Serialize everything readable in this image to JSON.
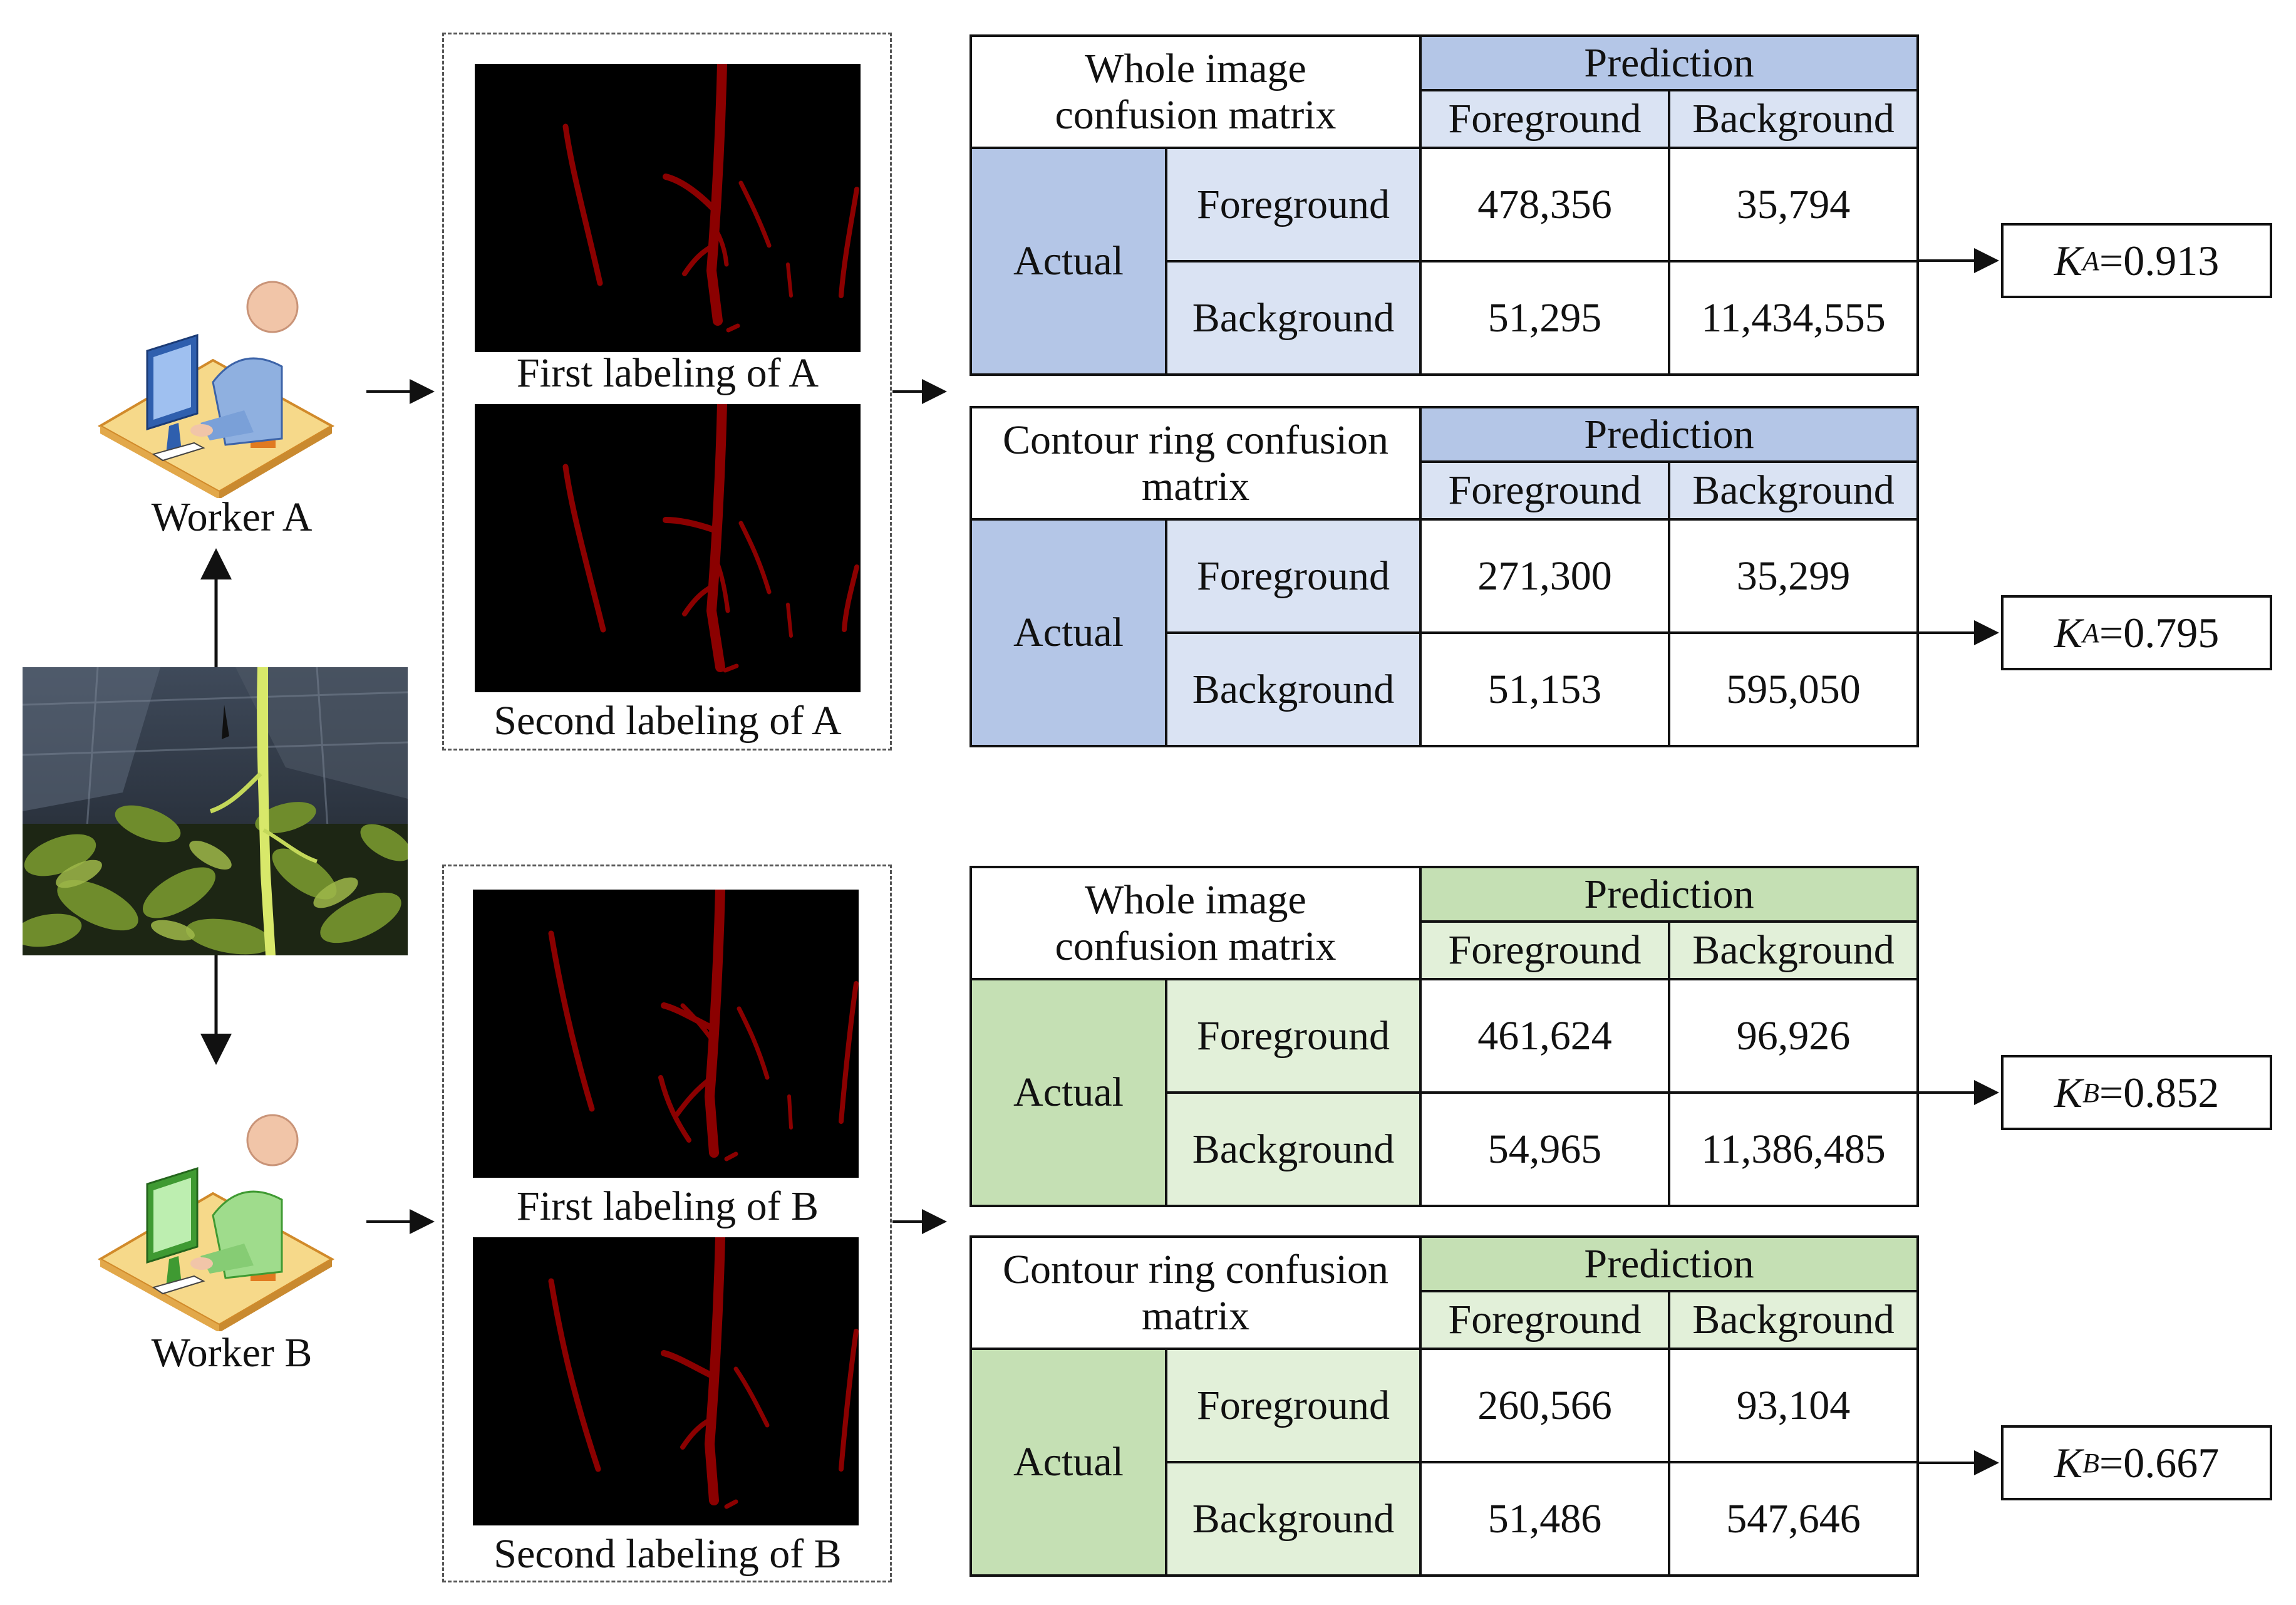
{
  "workers": {
    "a": {
      "label": "Worker A",
      "color": "#8fb0e0",
      "dark": "#3c63a8"
    },
    "b": {
      "label": "Worker B",
      "color": "#9fdc8c",
      "dark": "#3f9a32"
    }
  },
  "labelings": {
    "a_first": "First labeling of A",
    "a_second": "Second labeling of A",
    "b_first": "First labeling of B",
    "b_second": "Second labeling of B"
  },
  "matrices": [
    {
      "title_line1": "Whole image",
      "title_line2": "confusion matrix",
      "prediction": "Prediction",
      "col_fg": "Foreground",
      "col_bg": "Background",
      "actual": "Actual",
      "row_fg": "Foreground",
      "row_bg": "Background",
      "v11": "478,356",
      "v12": "35,794",
      "v21": "51,295",
      "v22": "11,434,555",
      "kappa_sub": "A",
      "kappa_value": "=0.913"
    },
    {
      "title_line1": "Contour ring confusion",
      "title_line2": "matrix",
      "prediction": "Prediction",
      "col_fg": "Foreground",
      "col_bg": "Background",
      "actual": "Actual",
      "row_fg": "Foreground",
      "row_bg": "Background",
      "v11": "271,300",
      "v12": "35,299",
      "v21": "51,153",
      "v22": "595,050",
      "kappa_sub": "A",
      "kappa_value": "=0.795"
    },
    {
      "title_line1": "Whole image",
      "title_line2": "confusion matrix",
      "prediction": "Prediction",
      "col_fg": "Foreground",
      "col_bg": "Background",
      "actual": "Actual",
      "row_fg": "Foreground",
      "row_bg": "Background",
      "v11": "461,624",
      "v12": "96,926",
      "v21": "54,965",
      "v22": "11,386,485",
      "kappa_sub": "B",
      "kappa_value": "=0.852"
    },
    {
      "title_line1": "Contour ring confusion",
      "title_line2": "matrix",
      "prediction": "Prediction",
      "col_fg": "Foreground",
      "col_bg": "Background",
      "actual": "Actual",
      "row_fg": "Foreground",
      "row_bg": "Background",
      "v11": "260,566",
      "v12": "93,104",
      "v21": "51,486",
      "v22": "547,646",
      "kappa_sub": "B",
      "kappa_value": "=0.667"
    }
  ],
  "kappa_symbol": "K",
  "colors": {
    "blue_header": "#b4c6e7",
    "blue_light": "#dae3f3",
    "green_header": "#c5e0b4",
    "green_light": "#e2f0d9",
    "stem_red": "#8b0000"
  }
}
